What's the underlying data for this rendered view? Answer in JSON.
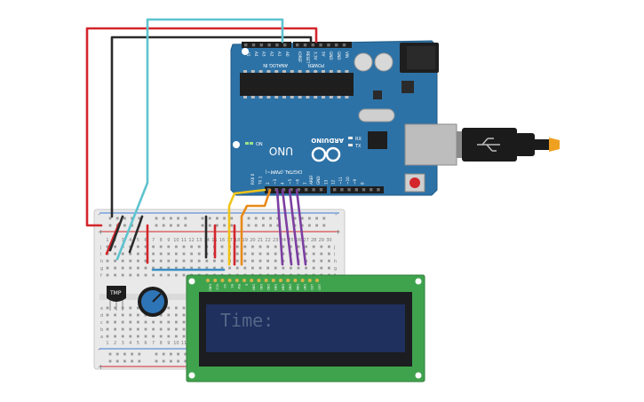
{
  "arduino": {
    "brand": "ARDUINO",
    "model": "UNO",
    "power_header": "POWER",
    "analog_header": "ANALOG IN",
    "digital_header": "DIGITAL (PWM~)",
    "on_led_label": "ON",
    "tx_label": "TX",
    "rx_label": "RX",
    "analog_pins": [
      "A5",
      "A4",
      "A3",
      "A2",
      "A1",
      "A0"
    ],
    "power_pins": [
      "VIN",
      "GND",
      "GND",
      "5V",
      "3.3V",
      "RESET",
      "IOREF"
    ],
    "digital_pins_low": [
      "RX0 0",
      "TX 1",
      "2",
      "~3",
      "4",
      "~5",
      "~6",
      "7"
    ],
    "digital_pins_high": [
      "8",
      "~9",
      "~10",
      "~11",
      "12",
      "13",
      "GND",
      "AREF"
    ]
  },
  "breadboard": {
    "row_letters_top": [
      "j",
      "i",
      "h",
      "g",
      "f"
    ],
    "row_letters_bottom": [
      "e",
      "d",
      "c",
      "b",
      "a"
    ],
    "column_numbers": [
      "1",
      "2",
      "3",
      "4",
      "5",
      "6",
      "7",
      "8",
      "9",
      "10",
      "11",
      "12",
      "13",
      "14",
      "15",
      "16",
      "17",
      "18",
      "19",
      "20",
      "21",
      "22",
      "23",
      "24",
      "25",
      "26",
      "27",
      "28",
      "29",
      "30"
    ],
    "rail_plus": "+",
    "rail_minus": "-"
  },
  "sensor": {
    "label": "TMP"
  },
  "lcd": {
    "pins": [
      "GND",
      "VCC",
      "V0",
      "RS",
      "RW",
      "E",
      "DB0",
      "DB1",
      "DB2",
      "DB3",
      "DB4",
      "DB5",
      "DB6",
      "DB7",
      "LED",
      "LED"
    ],
    "line1": "Time:",
    "line2": "",
    "colors": {
      "pcb": "#3fa34d",
      "bezel": "#1c1d20",
      "screen": "#1f2f5e",
      "text": "#556786"
    }
  },
  "wire_colors": {
    "red": "#d3252b",
    "black": "#2a2a2a",
    "cyan": "#5ec3cf",
    "yellow": "#f0c419",
    "orange": "#e88a1a",
    "purple": "#7b3ea1",
    "blue": "#3a8fc4"
  }
}
